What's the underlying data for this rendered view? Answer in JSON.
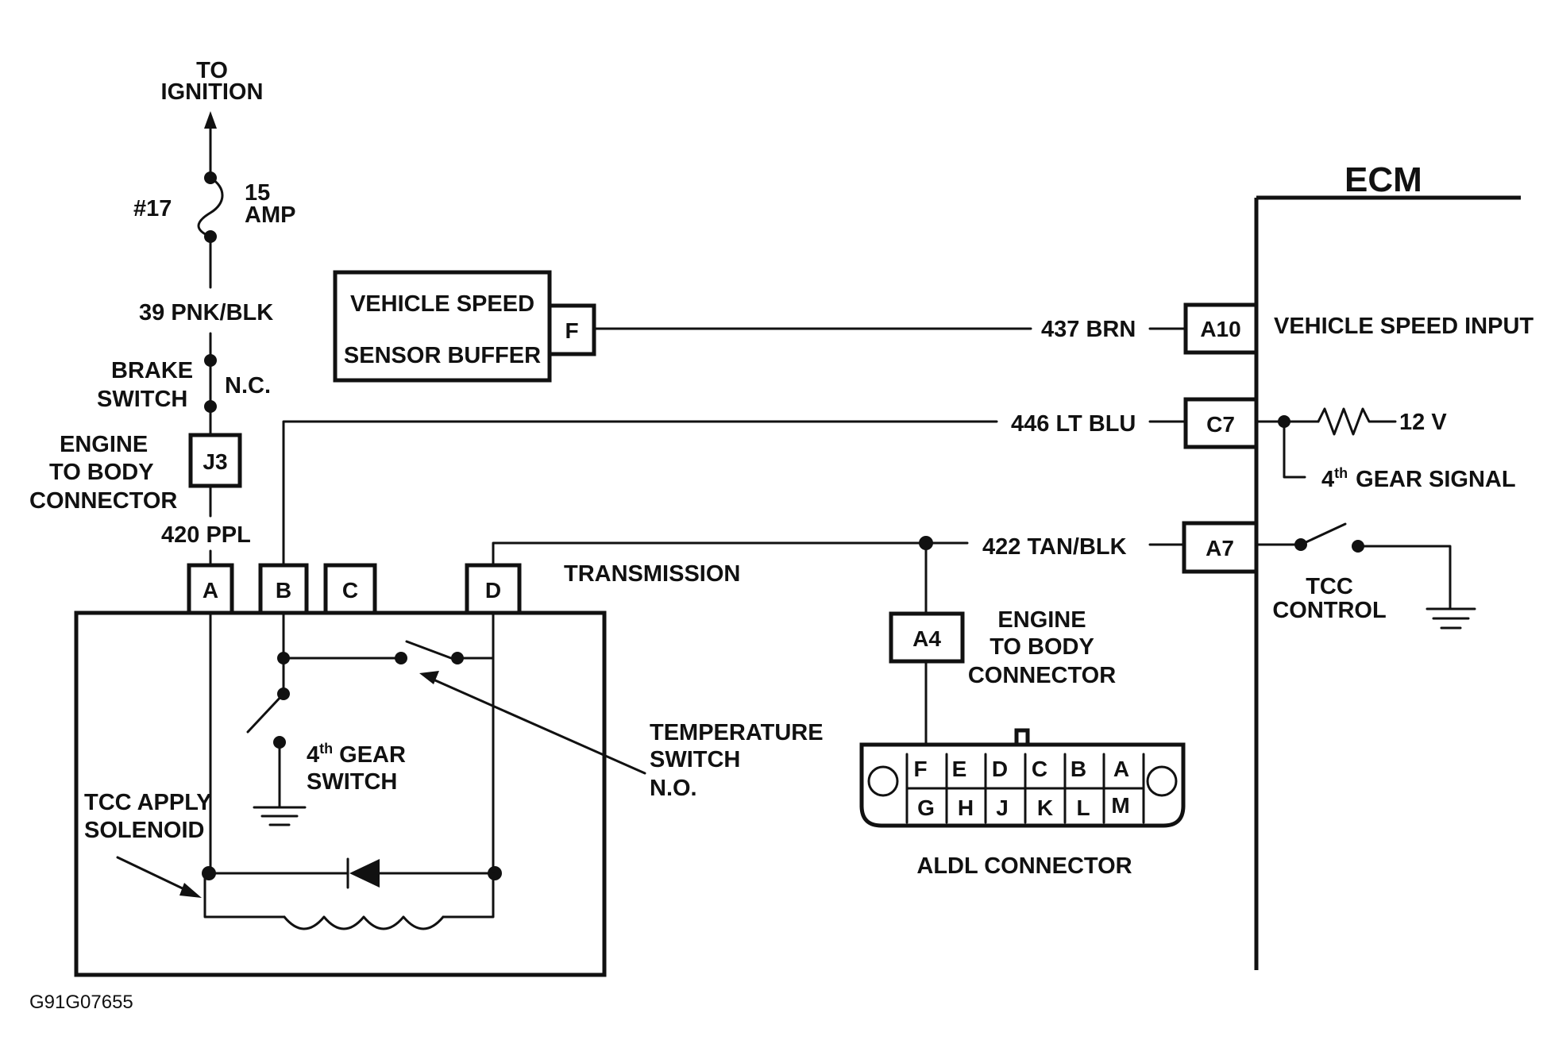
{
  "labels": {
    "to_ignition_1": "TO",
    "to_ignition_2": "IGNITION",
    "fuse_number": "#17",
    "fuse_rating_1": "15",
    "fuse_rating_2": "AMP",
    "wire_39": "39 PNK/BLK",
    "brake_switch_1": "BRAKE",
    "brake_switch_2": "SWITCH",
    "normally_closed": "N.C.",
    "engine_body_1": "ENGINE",
    "engine_body_2": "TO BODY",
    "engine_body_3": "CONNECTOR",
    "j3": "J3",
    "wire_420": "420 PPL",
    "vss_buffer_1": "VEHICLE SPEED",
    "vss_buffer_2": "SENSOR BUFFER",
    "vss_pin": "F",
    "wire_437": "437 BRN",
    "wire_446": "446 LT BLU",
    "wire_422": "422 TAN/BLK",
    "ecm": "ECM",
    "pin_a10": "A10",
    "pin_c7": "C7",
    "pin_a7": "A7",
    "vehicle_speed_input": "VEHICLE SPEED INPUT",
    "twelve_v": "12 V",
    "fourth_gear_signal_num": "4",
    "fourth_gear_signal_sup": "th",
    "fourth_gear_signal_rest": "GEAR SIGNAL",
    "tcc_control_1": "TCC",
    "tcc_control_2": "CONTROL",
    "transmission": "TRANSMISSION",
    "trans_pin_a": "A",
    "trans_pin_b": "B",
    "trans_pin_c": "C",
    "trans_pin_d": "D",
    "temp_switch_1": "TEMPERATURE",
    "temp_switch_2": "SWITCH",
    "temp_switch_3": "N.O.",
    "fourth_gear_switch_num": "4",
    "fourth_gear_switch_sup": "th",
    "fourth_gear_switch_rest": "GEAR",
    "fourth_gear_switch_2": "SWITCH",
    "tcc_solenoid_1": "TCC APPLY",
    "tcc_solenoid_2": "SOLENOID",
    "a4": "A4",
    "aldl_engine_1": "ENGINE",
    "aldl_engine_2": "TO BODY",
    "aldl_engine_3": "CONNECTOR",
    "aldl_connector": "ALDL CONNECTOR",
    "figure_id": "G91G07655"
  },
  "aldl_pins": {
    "top": [
      "F",
      "E",
      "D",
      "C",
      "B",
      "A"
    ],
    "bottom": [
      "G",
      "H",
      "J",
      "K",
      "L",
      "M"
    ]
  }
}
